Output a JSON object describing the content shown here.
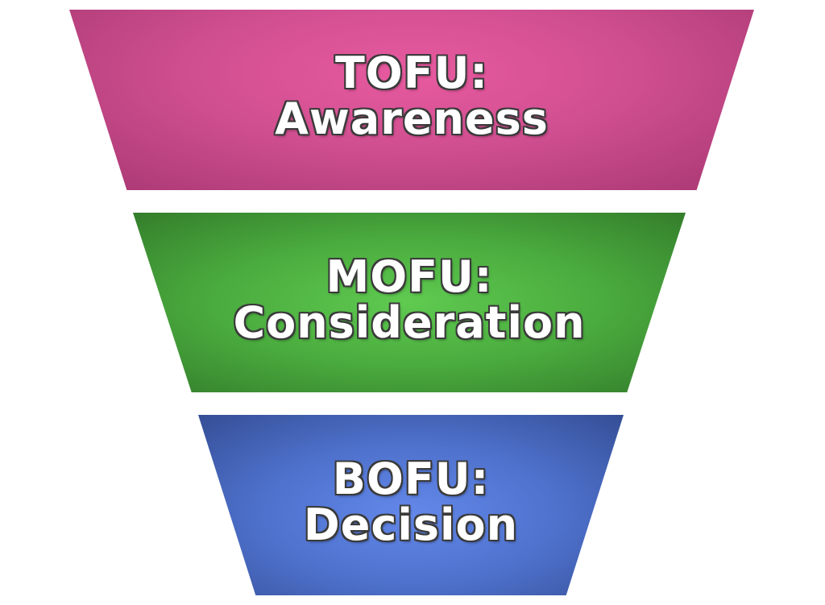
{
  "diagram": {
    "type": "funnel",
    "tiers": [
      {
        "stage": "TOFU:",
        "label": "Awareness",
        "color": "#d04f90"
      },
      {
        "stage": "MOFU:",
        "label": "Consideration",
        "color": "#4aab3e"
      },
      {
        "stage": "BOFU:",
        "label": "Decision",
        "color": "#4e71cc"
      }
    ]
  }
}
